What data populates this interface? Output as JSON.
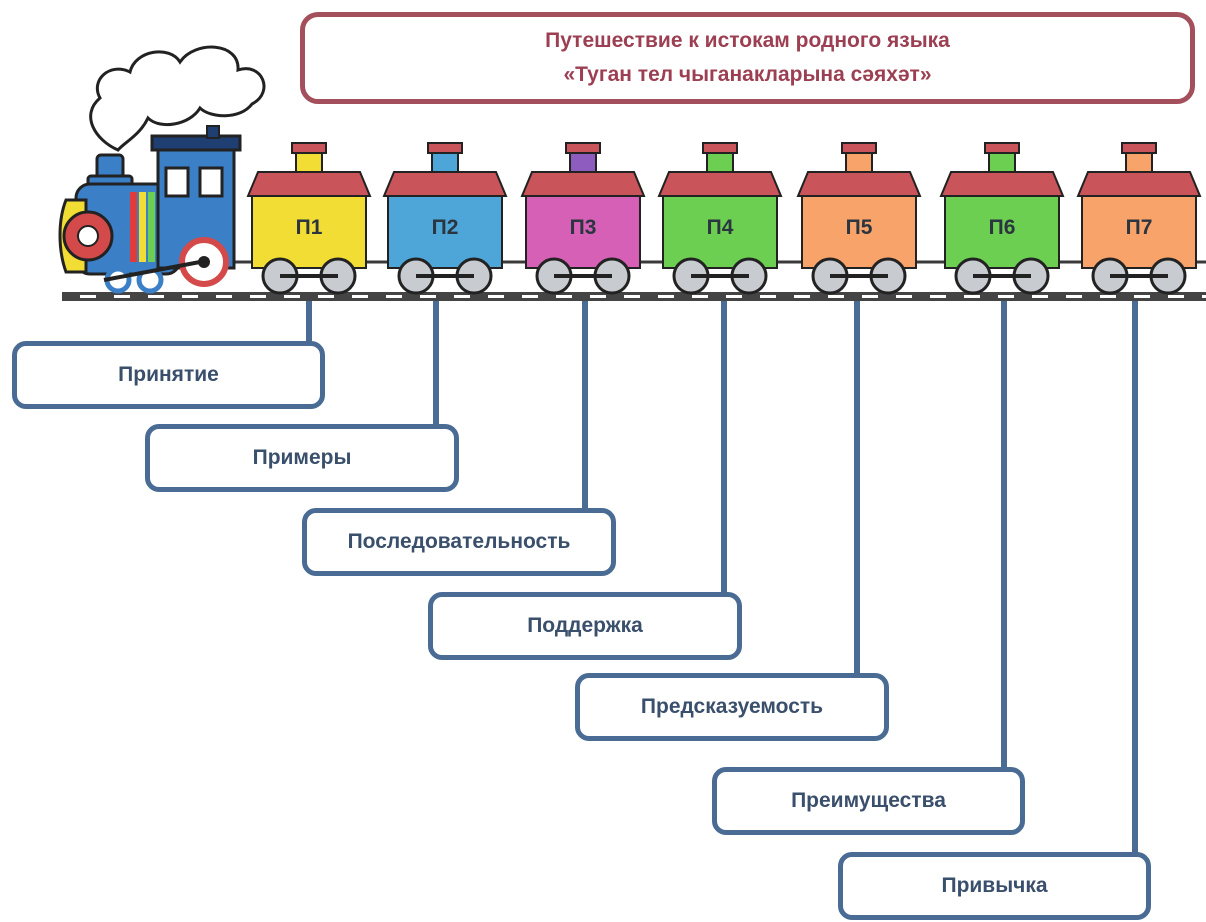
{
  "title": {
    "line1": "Путешествие к истокам родного языка",
    "line2": "«Туган тел чыганакларына сәяхәт»"
  },
  "wagons": [
    {
      "label": "П1",
      "color": "#f1dd33",
      "chimney": "#f1dd33"
    },
    {
      "label": "П2",
      "color": "#4ea6d8",
      "chimney": "#4ea6d8"
    },
    {
      "label": "П3",
      "color": "#d660b6",
      "chimney": "#8e5bbf"
    },
    {
      "label": "П4",
      "color": "#6ccf52",
      "chimney": "#6ccf52"
    },
    {
      "label": "П5",
      "color": "#f7a36a",
      "chimney": "#f7a36a"
    },
    {
      "label": "П6",
      "color": "#6ccf52",
      "chimney": "#6ccf52"
    },
    {
      "label": "П7",
      "color": "#f7a36a",
      "chimney": "#f7a36a"
    }
  ],
  "steps": [
    {
      "label": "Принятие"
    },
    {
      "label": "Примеры"
    },
    {
      "label": "Последовательность"
    },
    {
      "label": "Поддержка"
    },
    {
      "label": "Предсказуемость"
    },
    {
      "label": "Преимущества"
    },
    {
      "label": "Привычка"
    }
  ],
  "colors": {
    "title_border": "#a4505c",
    "title_text": "#9c3f52",
    "box_border": "#4a6c94",
    "box_text": "#3a4f6b",
    "connector": "#4a6c94",
    "roof": "#c9545a",
    "rail": "#444444",
    "wheel": "#c8ccd0"
  }
}
